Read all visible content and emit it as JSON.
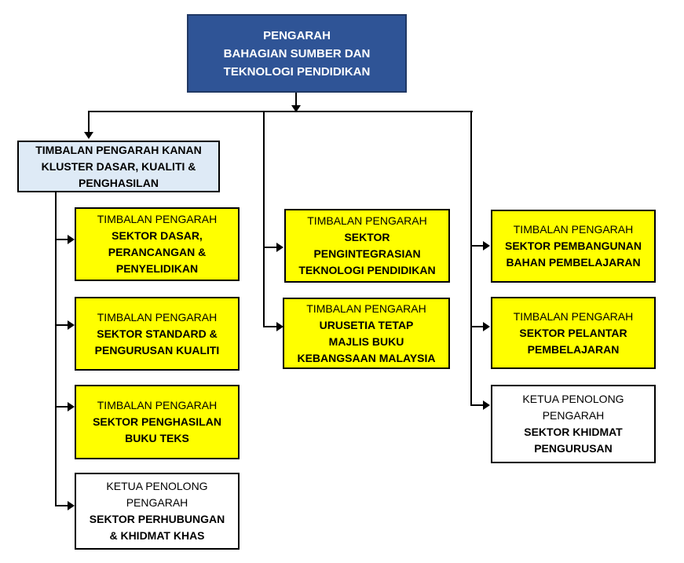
{
  "diagram_type": "org-chart",
  "colors": {
    "root_fill": "#2F5496",
    "root_border": "#203864",
    "root_text": "#FFFFFF",
    "senior_fill": "#DEEAF6",
    "sector_fill": "#FFFF00",
    "support_fill": "#FFFFFF",
    "line": "#000000",
    "text": "#000000"
  },
  "nodes": {
    "root": {
      "title": [
        "PENGARAH",
        "BAHAGIAN SUMBER DAN",
        "TEKNOLOGI PENDIDIKAN"
      ]
    },
    "senior": {
      "title": [
        "TIMBALAN PENGARAH KANAN",
        "KLUSTER DASAR, KUALITI &",
        "PENGHASILAN"
      ]
    },
    "left1": {
      "role": [
        "TIMBALAN PENGARAH"
      ],
      "unit": [
        "SEKTOR DASAR,",
        "PERANCANGAN &",
        "PENYELIDIKAN"
      ]
    },
    "left2": {
      "role": [
        "TIMBALAN PENGARAH"
      ],
      "unit": [
        "SEKTOR STANDARD &",
        "PENGURUSAN KUALITI"
      ]
    },
    "left3": {
      "role": [
        "TIMBALAN PENGARAH"
      ],
      "unit": [
        "SEKTOR PENGHASILAN",
        "BUKU TEKS"
      ]
    },
    "left4": {
      "role": [
        "KETUA PENOLONG",
        "PENGARAH"
      ],
      "unit": [
        "SEKTOR PERHUBUNGAN",
        "& KHIDMAT KHAS"
      ]
    },
    "mid1": {
      "role": [
        "TIMBALAN PENGARAH"
      ],
      "unit": [
        "SEKTOR",
        "PENGINTEGRASIAN",
        "TEKNOLOGI PENDIDIKAN"
      ]
    },
    "mid2": {
      "role": [
        "TIMBALAN PENGARAH"
      ],
      "unit": [
        "URUSETIA TETAP",
        "MAJLIS BUKU",
        "KEBANGSAAN MALAYSIA"
      ]
    },
    "right1": {
      "role": [
        "TIMBALAN PENGARAH"
      ],
      "unit": [
        "SEKTOR PEMBANGUNAN",
        "BAHAN PEMBELAJARAN"
      ]
    },
    "right2": {
      "role": [
        "TIMBALAN PENGARAH"
      ],
      "unit": [
        "SEKTOR PELANTAR",
        "PEMBELAJARAN"
      ]
    },
    "right3": {
      "role": [
        "KETUA PENOLONG",
        "PENGARAH"
      ],
      "unit": [
        "SEKTOR KHIDMAT",
        "PENGURUSAN"
      ]
    }
  },
  "edges": [
    [
      "root",
      "senior"
    ],
    [
      "senior",
      "left1"
    ],
    [
      "senior",
      "left2"
    ],
    [
      "senior",
      "left3"
    ],
    [
      "senior",
      "left4"
    ],
    [
      "root",
      "mid1"
    ],
    [
      "root",
      "mid2"
    ],
    [
      "root",
      "right1"
    ],
    [
      "root",
      "right2"
    ],
    [
      "root",
      "right3"
    ]
  ]
}
